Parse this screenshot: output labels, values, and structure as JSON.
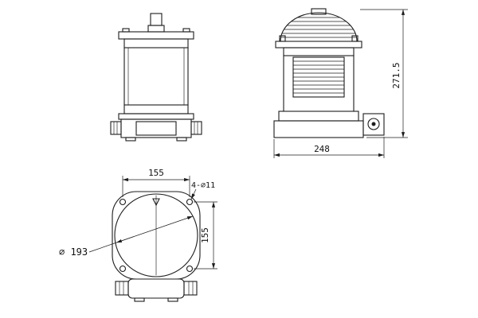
{
  "canvas": {
    "background": "#ffffff",
    "line_color": "#1c1c1c"
  },
  "dimensions": {
    "overall_height": "271.5",
    "overall_width": "248",
    "bolt_spacing_horizontal": "155",
    "bolt_spacing_vertical": "155",
    "bolt_holes": "4-∅11",
    "flange_diameter": "∅ 193"
  }
}
